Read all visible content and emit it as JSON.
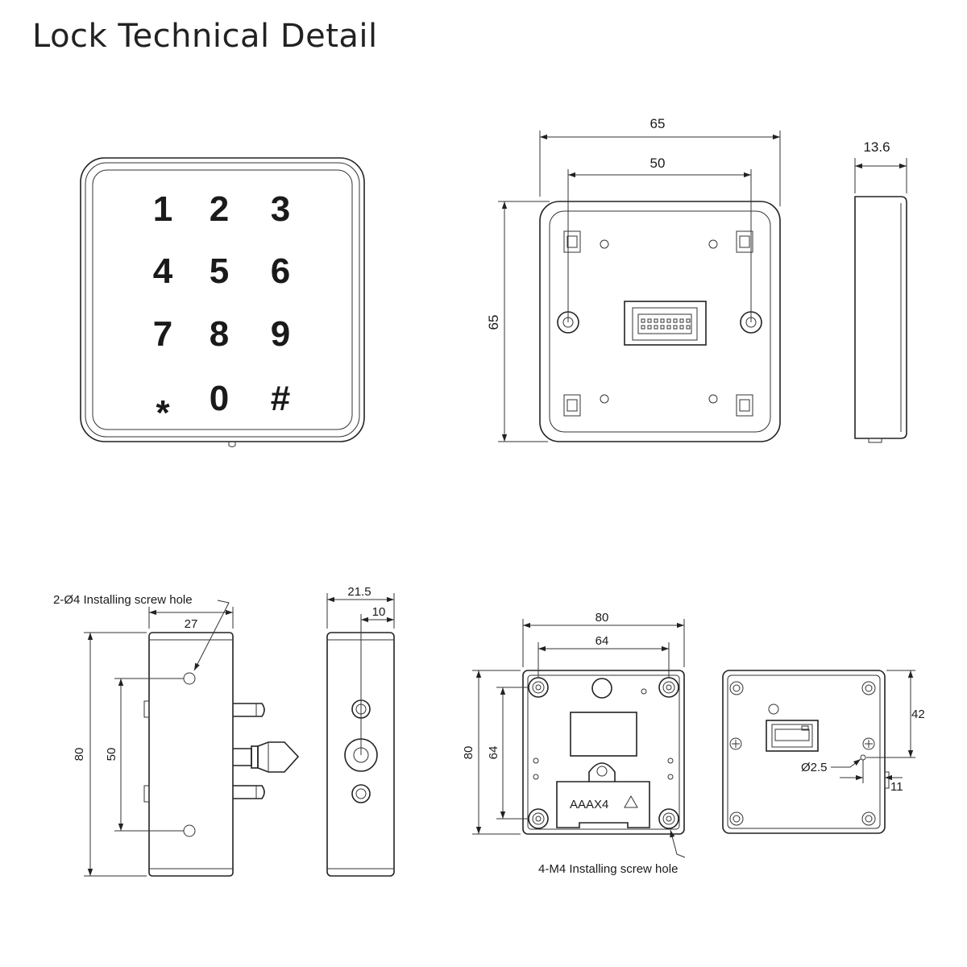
{
  "title": "Lock Technical Detail",
  "keypad": {
    "keys": [
      "1",
      "2",
      "3",
      "4",
      "5",
      "6",
      "7",
      "8",
      "9",
      "*",
      "0",
      "#"
    ]
  },
  "panel_back": {
    "width": "65",
    "hole_spacing": "50",
    "height": "65"
  },
  "panel_side": {
    "depth": "13.6"
  },
  "lock_side": {
    "screw_note": "2-Ø4 Installing screw hole",
    "width": "27",
    "height": "80",
    "hole_spacing": "50"
  },
  "lock_end": {
    "depth": "21.5",
    "offset": "10"
  },
  "lock_back": {
    "width": "80",
    "hole_spacing_h": "64",
    "height": "80",
    "hole_spacing_v": "64",
    "label": "AAAX4",
    "screw_note": "4-M4 Installing screw hole"
  },
  "lock_front": {
    "height": "42",
    "hole_dia": "Ø2.5",
    "offset": "11"
  }
}
